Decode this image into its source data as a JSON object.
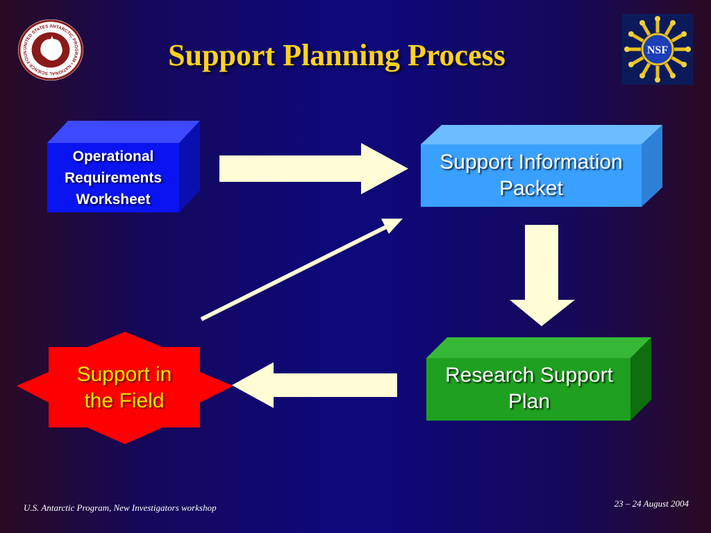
{
  "slide": {
    "title": "Support Planning Process",
    "footer_left": "U.S. Antarctic Program, New Investigators workshop",
    "footer_right": "23 – 24 August 2004"
  },
  "logos": {
    "left": {
      "icon": "usap-seal-icon",
      "text": "UNITED STATES ANTARCTIC PROGRAM • NATIONAL SCIENCE FOUNDATION"
    },
    "right": {
      "icon": "nsf-logo-icon",
      "text": "NSF"
    }
  },
  "nodes": {
    "operational_requirements": {
      "label_lines": [
        "Operational",
        "Requirements",
        "Worksheet"
      ],
      "color": "#0a14f0"
    },
    "support_information_packet": {
      "label_lines": [
        "Support Information",
        "Packet"
      ],
      "color": "#3aa0ff"
    },
    "research_support_plan": {
      "label_lines": [
        "Research Support",
        "Plan"
      ],
      "color": "#1fa020"
    },
    "support_in_field": {
      "label_lines": [
        "Support in",
        "the Field"
      ],
      "color": "#ff0000",
      "text_color": "#ffe400"
    }
  },
  "arrow_color": "#fffcd6",
  "edges": [
    {
      "from": "Operational Requirements Worksheet",
      "to": "Support Information Packet"
    },
    {
      "from": "Support Information Packet",
      "to": "Research Support Plan"
    },
    {
      "from": "Research Support Plan",
      "to": "Support in the Field"
    },
    {
      "from": "Support in the Field",
      "to": "Support Information Packet"
    }
  ]
}
